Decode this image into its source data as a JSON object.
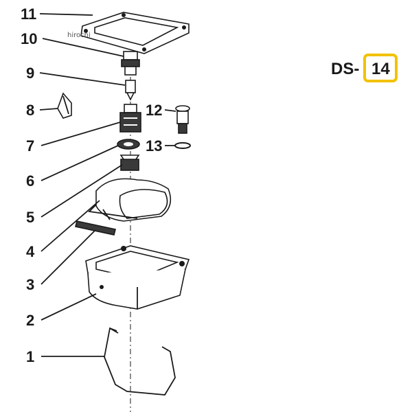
{
  "watermark": "hirochi",
  "diagram_code": {
    "prefix": "DS-",
    "number": "14",
    "highlight_color": "#f2c200"
  },
  "callouts": [
    "1",
    "2",
    "3",
    "4",
    "5",
    "6",
    "7",
    "8",
    "9",
    "10",
    "11",
    "12",
    "13"
  ]
}
